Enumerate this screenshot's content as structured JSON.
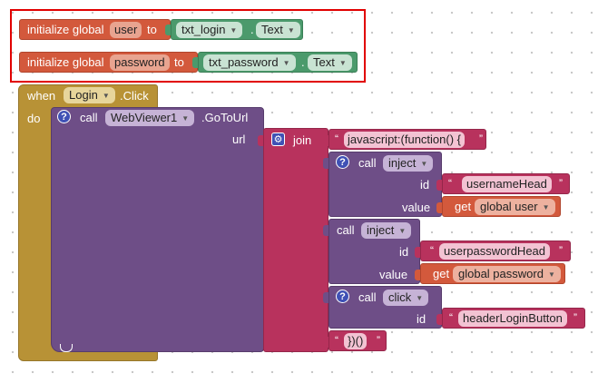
{
  "colors": {
    "variable": "#d3593c",
    "component": "#4b9a6c",
    "procedure": "#6e4e87",
    "event": "#b89236",
    "text": "#b8325d",
    "highlight": "#e10000"
  },
  "global_user": {
    "kw_init": "initialize global",
    "name": "user",
    "kw_to": "to",
    "component": "txt_login",
    "dot": ".",
    "property": "Text"
  },
  "global_password": {
    "kw_init": "initialize global",
    "name": "password",
    "kw_to": "to",
    "component": "txt_password",
    "dot": ".",
    "property": "Text"
  },
  "event": {
    "kw_when": "when",
    "component": "Login",
    "event_name": ".Click",
    "kw_do": "do"
  },
  "call_main": {
    "kw_call": "call",
    "component": "WebViewer1",
    "method": ".GoToUrl",
    "param_url": "url"
  },
  "join": {
    "kw": "join",
    "first_text": "javascript:(function() {",
    "last_text": "})()"
  },
  "inject_user": {
    "kw_call": "call",
    "method": "inject",
    "param_id": "id",
    "id_text": "usernameHead",
    "param_value": "value",
    "kw_get": "get",
    "var_name": "global user"
  },
  "inject_password": {
    "kw_call": "call",
    "method": "inject",
    "param_id": "id",
    "id_text": "userpasswordHead",
    "param_value": "value",
    "kw_get": "get",
    "var_name": "global password"
  },
  "click_call": {
    "kw_call": "call",
    "method": "click",
    "param_id": "id",
    "id_text": "headerLoginButton"
  },
  "icons": {
    "help": "?",
    "gear": "⚙",
    "dropdown": "▼",
    "open_quote": "“",
    "close_quote": "”"
  }
}
